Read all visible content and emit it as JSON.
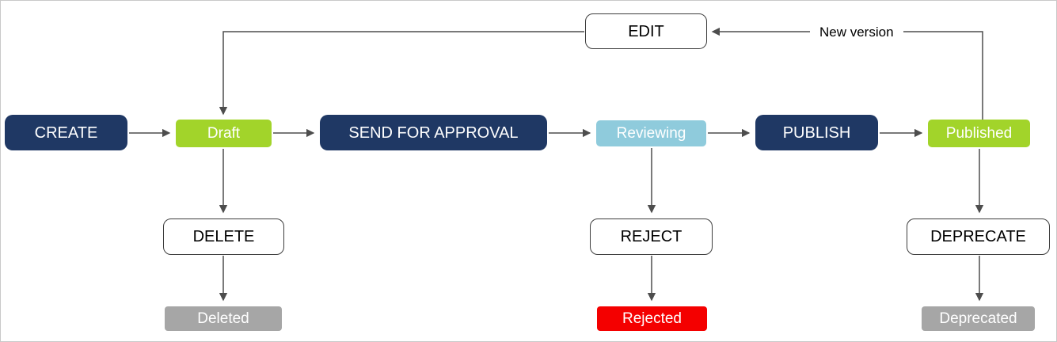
{
  "diagram": {
    "nodes": {
      "create": {
        "label": "CREATE",
        "type": "action"
      },
      "draft": {
        "label": "Draft",
        "type": "state"
      },
      "send_for_approval": {
        "label": "SEND FOR APPROVAL",
        "type": "action"
      },
      "reviewing": {
        "label": "Reviewing",
        "type": "state"
      },
      "publish": {
        "label": "PUBLISH",
        "type": "action"
      },
      "published": {
        "label": "Published",
        "type": "state"
      },
      "edit": {
        "label": "EDIT",
        "type": "event"
      },
      "delete": {
        "label": "DELETE",
        "type": "event"
      },
      "reject": {
        "label": "REJECT",
        "type": "event"
      },
      "deprecate": {
        "label": "DEPRECATE",
        "type": "event"
      },
      "deleted": {
        "label": "Deleted",
        "type": "terminal"
      },
      "rejected": {
        "label": "Rejected",
        "type": "terminal"
      },
      "deprecated": {
        "label": "Deprecated",
        "type": "terminal"
      }
    },
    "edge_labels": {
      "new_version": "New version"
    },
    "edges": [
      {
        "from": "CREATE",
        "to": "Draft"
      },
      {
        "from": "Draft",
        "to": "SEND FOR APPROVAL"
      },
      {
        "from": "SEND FOR APPROVAL",
        "to": "Reviewing"
      },
      {
        "from": "Reviewing",
        "to": "PUBLISH"
      },
      {
        "from": "PUBLISH",
        "to": "Published"
      },
      {
        "from": "Draft",
        "to": "DELETE"
      },
      {
        "from": "DELETE",
        "to": "Deleted"
      },
      {
        "from": "Reviewing",
        "to": "REJECT"
      },
      {
        "from": "REJECT",
        "to": "Rejected"
      },
      {
        "from": "Published",
        "to": "DEPRECATE"
      },
      {
        "from": "DEPRECATE",
        "to": "Deprecated"
      },
      {
        "from": "Published",
        "to": "EDIT",
        "label": "New version"
      },
      {
        "from": "EDIT",
        "to": "Draft"
      }
    ],
    "colors": {
      "action_fill": "#1f3864",
      "action_text": "#ffffff",
      "state_green": "#a2d42a",
      "state_blue": "#8fcbdc",
      "terminal_gray": "#a6a6a6",
      "terminal_red": "#f40000",
      "event_border": "#3d3d3d",
      "edge": "#4d4d4d"
    }
  }
}
